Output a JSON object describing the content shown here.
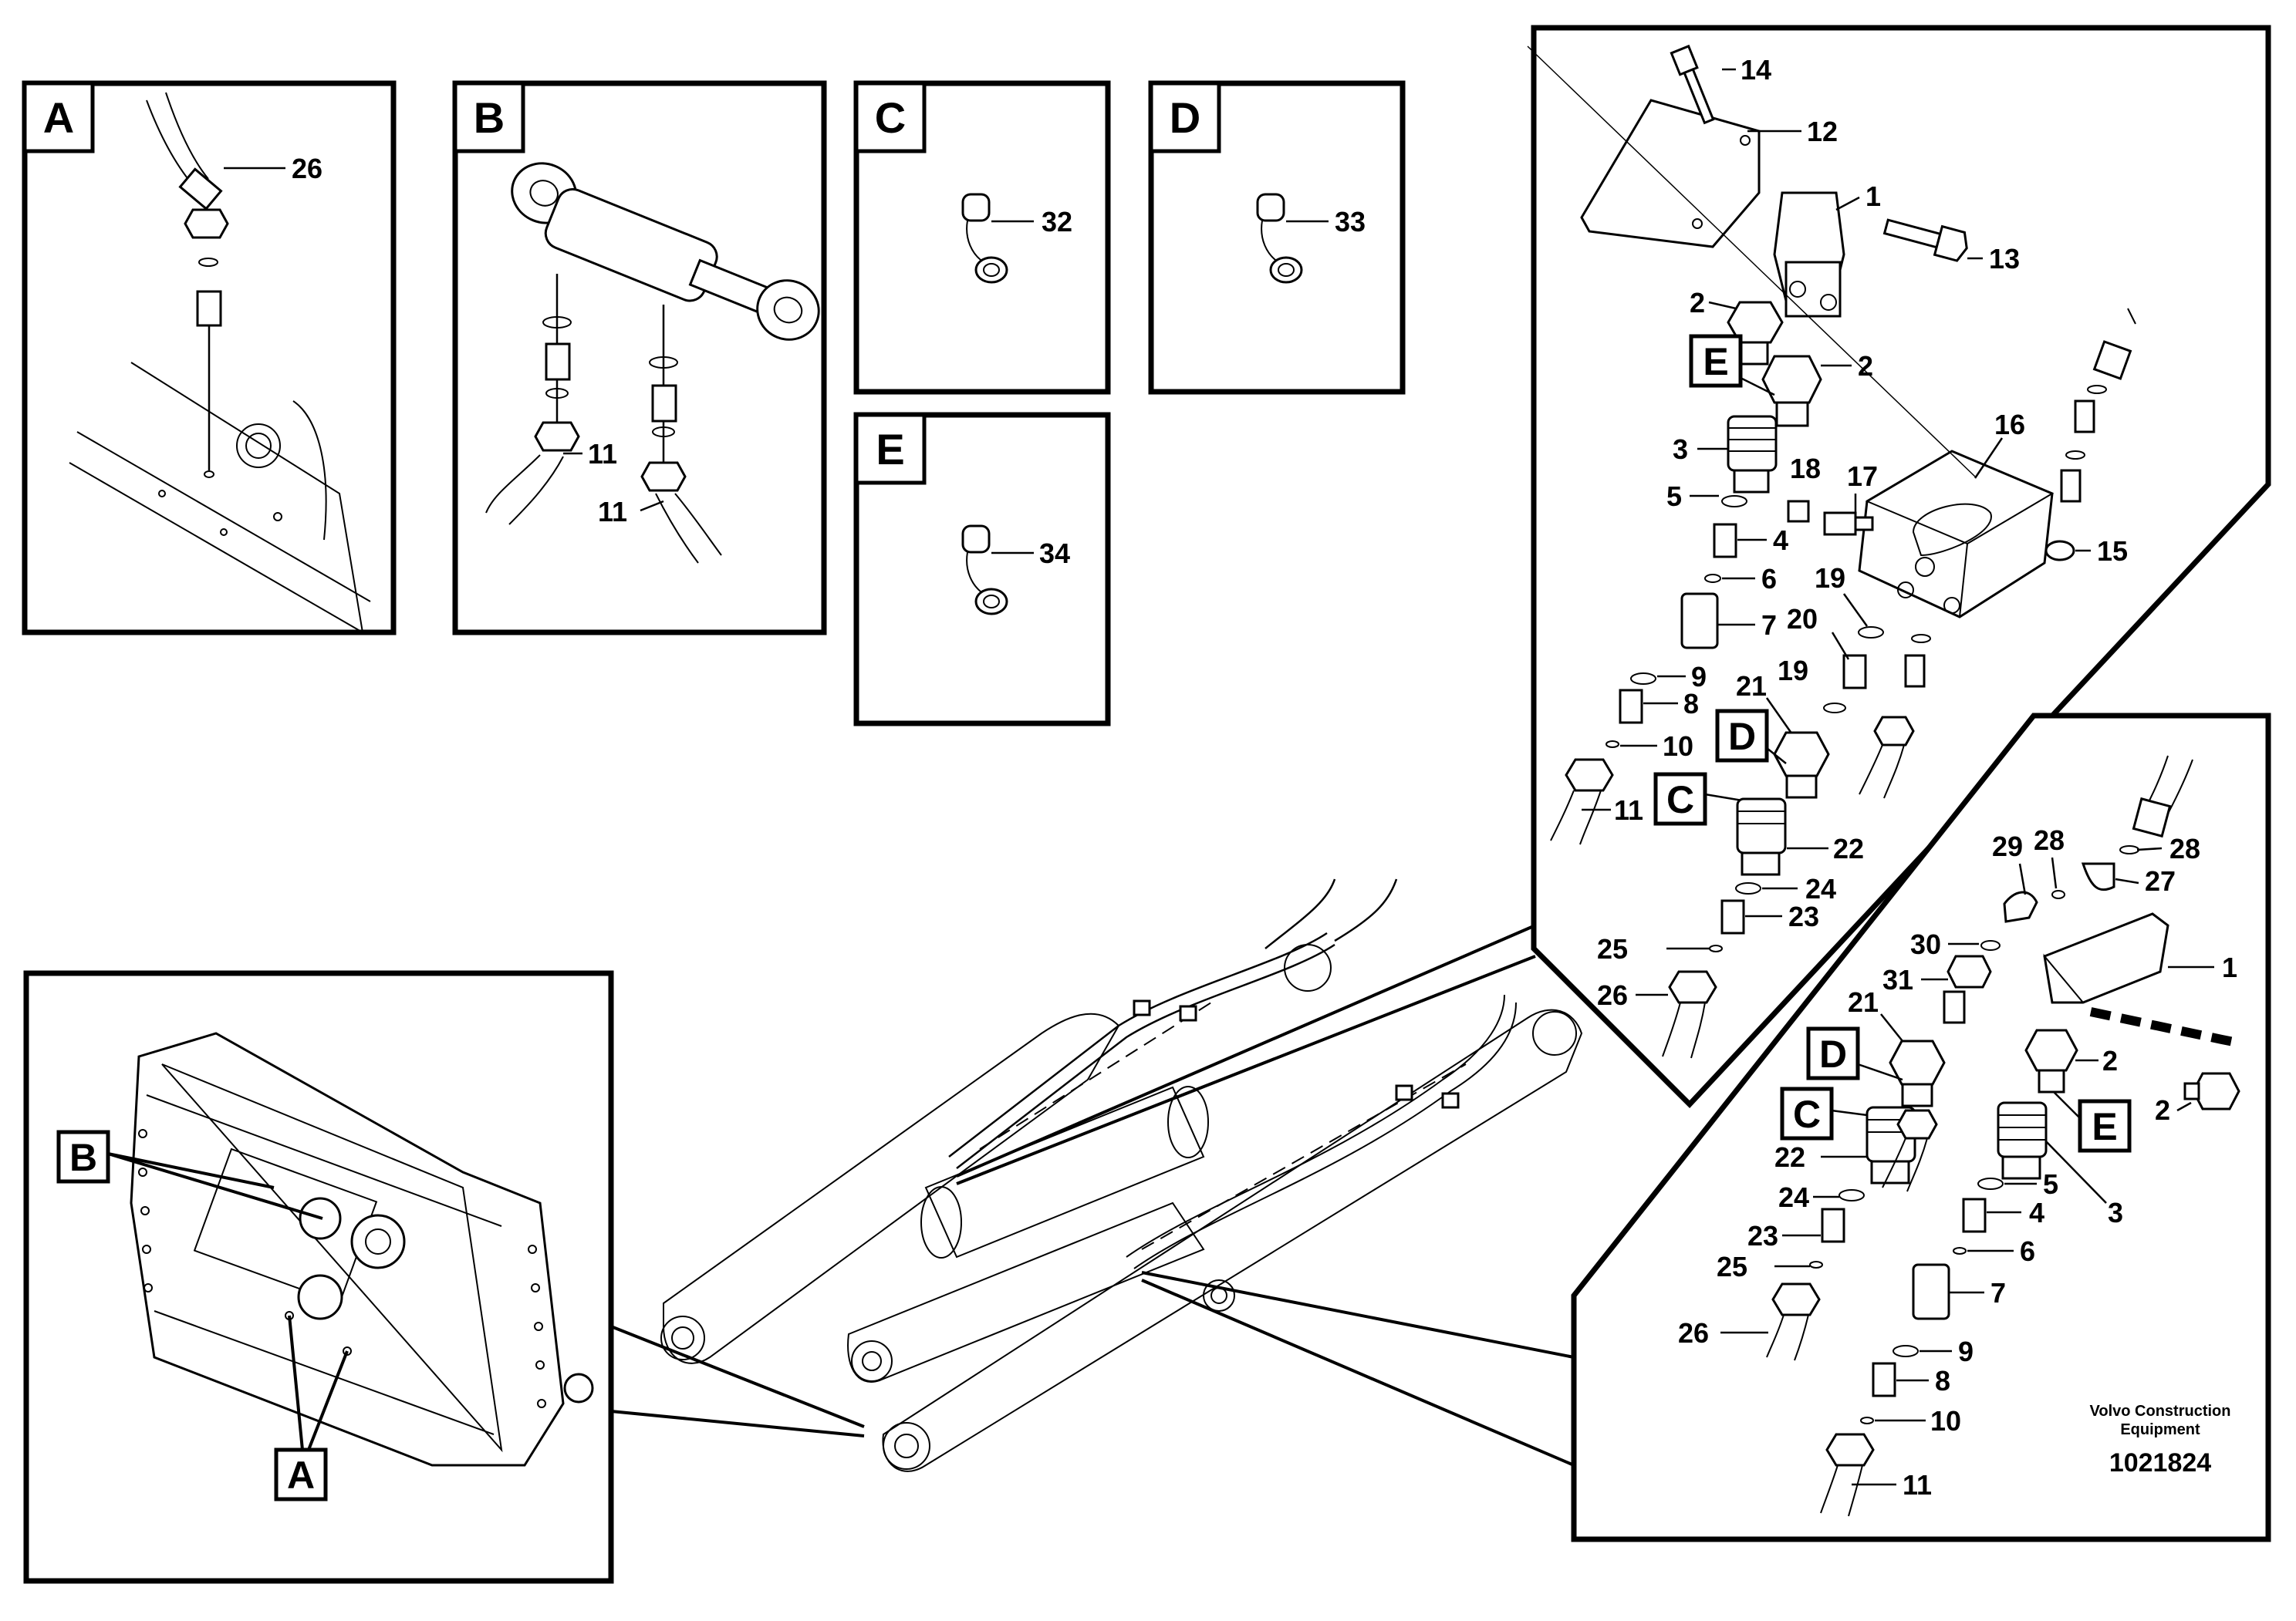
{
  "diagram": {
    "panels": {
      "A": "A",
      "B": "B",
      "C": "C",
      "D": "D",
      "E": "E"
    },
    "view_tags": {
      "E": "E",
      "D": "D",
      "C": "C",
      "B": "B",
      "A": "A"
    },
    "callouts": {
      "c26_a": "26",
      "c11_b1": "11",
      "c11_b2": "11",
      "c32": "32",
      "c33": "33",
      "c34": "34",
      "c14": "14",
      "c12": "12",
      "c1_top": "1",
      "c13": "13",
      "c2_top1": "2",
      "c2_top2": "2",
      "c3_top": "3",
      "c16": "16",
      "c18": "18",
      "c17": "17",
      "c5_top": "5",
      "c4_top": "4",
      "c15": "15",
      "c6_top": "6",
      "c19_a": "19",
      "c7_top": "7",
      "c20": "20",
      "c9_top": "9",
      "c21_top": "21",
      "c19_b": "19",
      "c8_top": "8",
      "c10_top": "10",
      "c11_top": "11",
      "c22_top": "22",
      "c24_top": "24",
      "c23_top": "23",
      "c25_top": "25",
      "c26_top": "26",
      "c29": "29",
      "c28_a": "28",
      "c28_b": "28",
      "c27": "27",
      "c30": "30",
      "c1_bot": "1",
      "c31": "31",
      "c21_bot": "21",
      "c2_bot1": "2",
      "c2_bot2": "2",
      "c22_bot": "22",
      "c5_bot": "5",
      "c3_bot": "3",
      "c24_bot": "24",
      "c4_bot": "4",
      "c23_bot": "23",
      "c6_bot": "6",
      "c25_bot": "25",
      "c7_bot": "7",
      "c26_bot": "26",
      "c9_bot": "9",
      "c8_bot": "8",
      "c10_bot": "10",
      "c11_bot": "11"
    },
    "footer": {
      "brand_line1": "Volvo Construction",
      "brand_line2": "Equipment",
      "doc_number": "1021824"
    }
  }
}
